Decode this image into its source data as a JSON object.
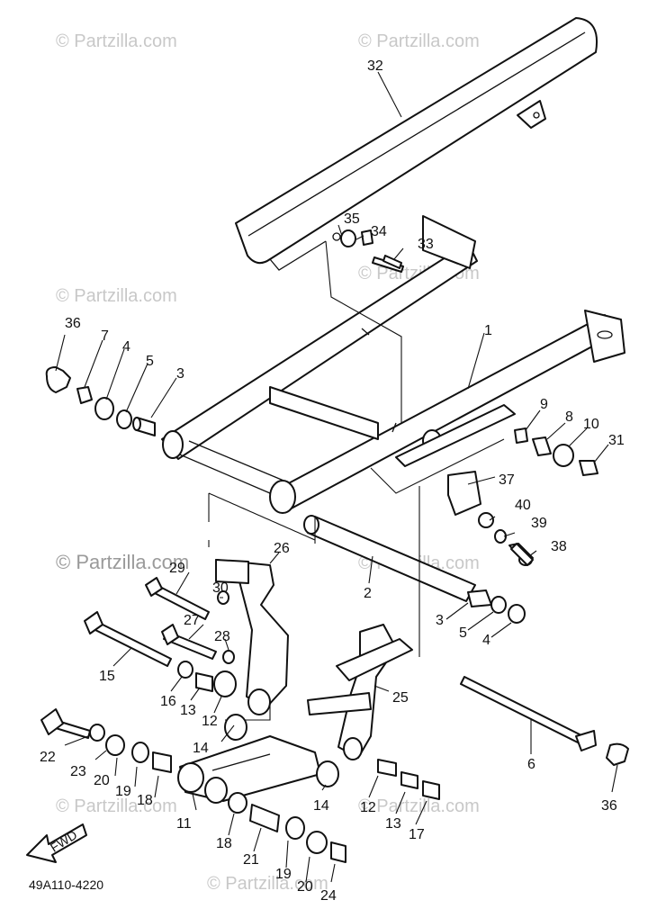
{
  "watermarks": [
    "© Partzilla.com",
    "© Partzilla.com",
    "© Partzilla.com",
    "© Partzilla.com",
    "© Partzilla.com",
    "© Partzilla.com",
    "© Partzilla.com",
    "© Partzilla.com",
    "© Partzilla.com"
  ],
  "diagram_code": "49A110-4220",
  "fwd_label": "FWD",
  "callouts": {
    "c1": "1",
    "c2": "2",
    "c3a": "3",
    "c3b": "3",
    "c4a": "4",
    "c4b": "4",
    "c5a": "5",
    "c5b": "5",
    "c6": "6",
    "c7": "7",
    "c8": "8",
    "c9": "9",
    "c10": "10",
    "c11": "11",
    "c12a": "12",
    "c12b": "12",
    "c13a": "13",
    "c13b": "13",
    "c14a": "14",
    "c14b": "14",
    "c15": "15",
    "c16": "16",
    "c17": "17",
    "c18a": "18",
    "c18b": "18",
    "c19a": "19",
    "c19b": "19",
    "c20a": "20",
    "c20b": "20",
    "c21": "21",
    "c22": "22",
    "c23": "23",
    "c24": "24",
    "c25": "25",
    "c26": "26",
    "c27": "27",
    "c28": "28",
    "c29": "29",
    "c30": "30",
    "c31": "31",
    "c32": "32",
    "c33": "33",
    "c34": "34",
    "c35": "35",
    "c36a": "36",
    "c36b": "36",
    "c37": "37",
    "c38": "38",
    "c39": "39",
    "c40": "40"
  }
}
